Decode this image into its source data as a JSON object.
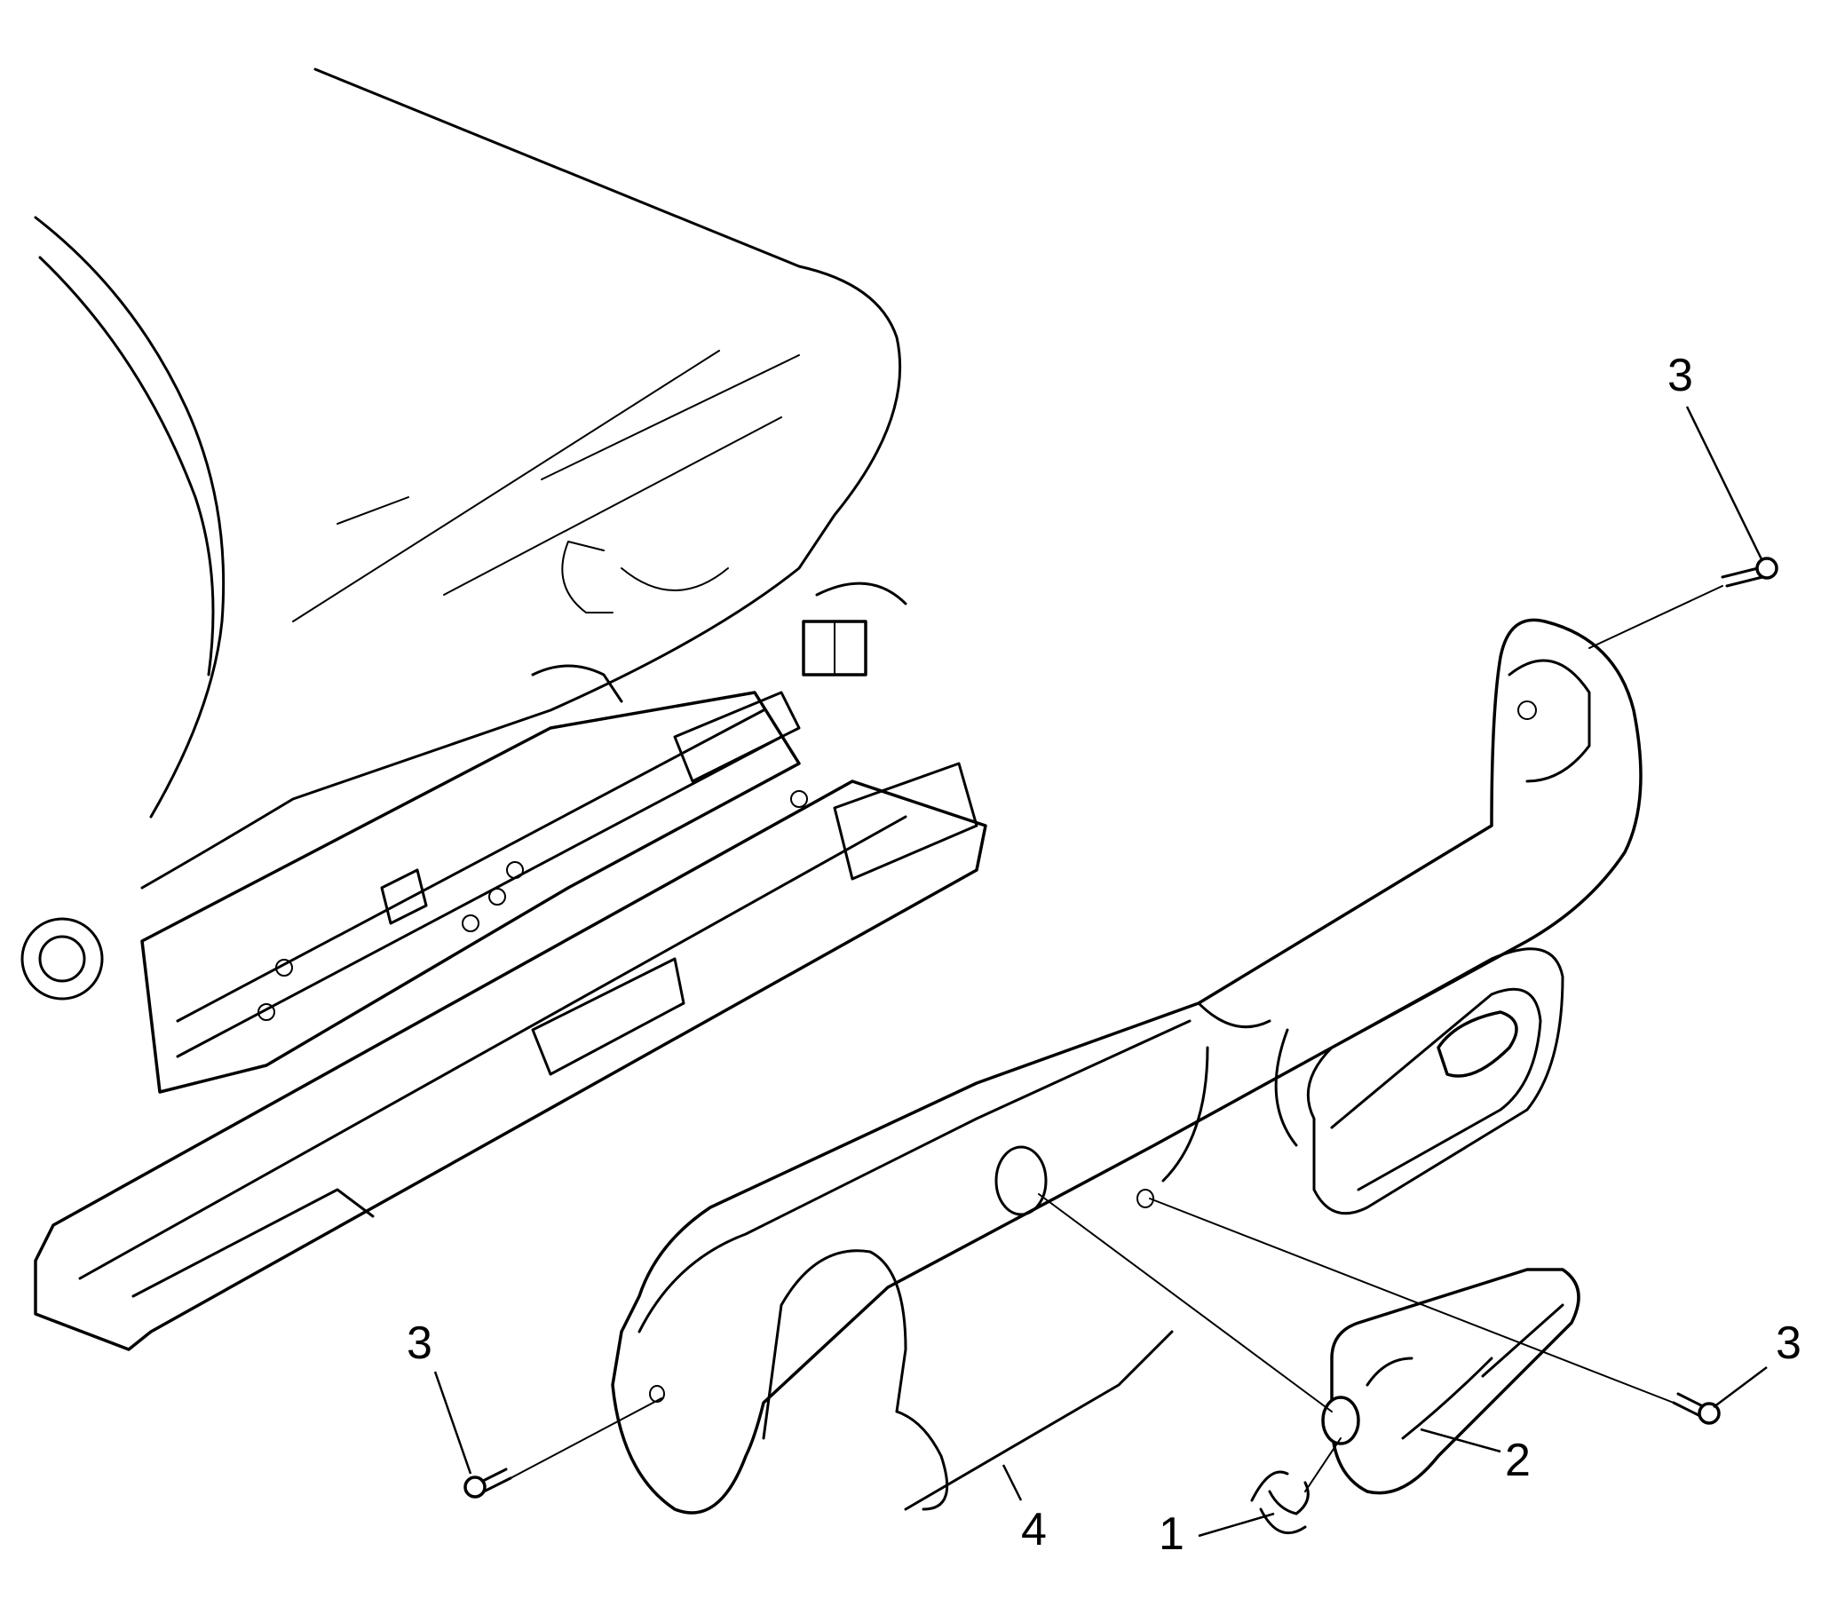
{
  "callouts": [
    {
      "id": "c1",
      "label": "1"
    },
    {
      "id": "c2",
      "label": "2"
    },
    {
      "id": "c3a",
      "label": "3"
    },
    {
      "id": "c3b",
      "label": "3"
    },
    {
      "id": "c3c",
      "label": "3"
    },
    {
      "id": "c4",
      "label": "4"
    }
  ]
}
